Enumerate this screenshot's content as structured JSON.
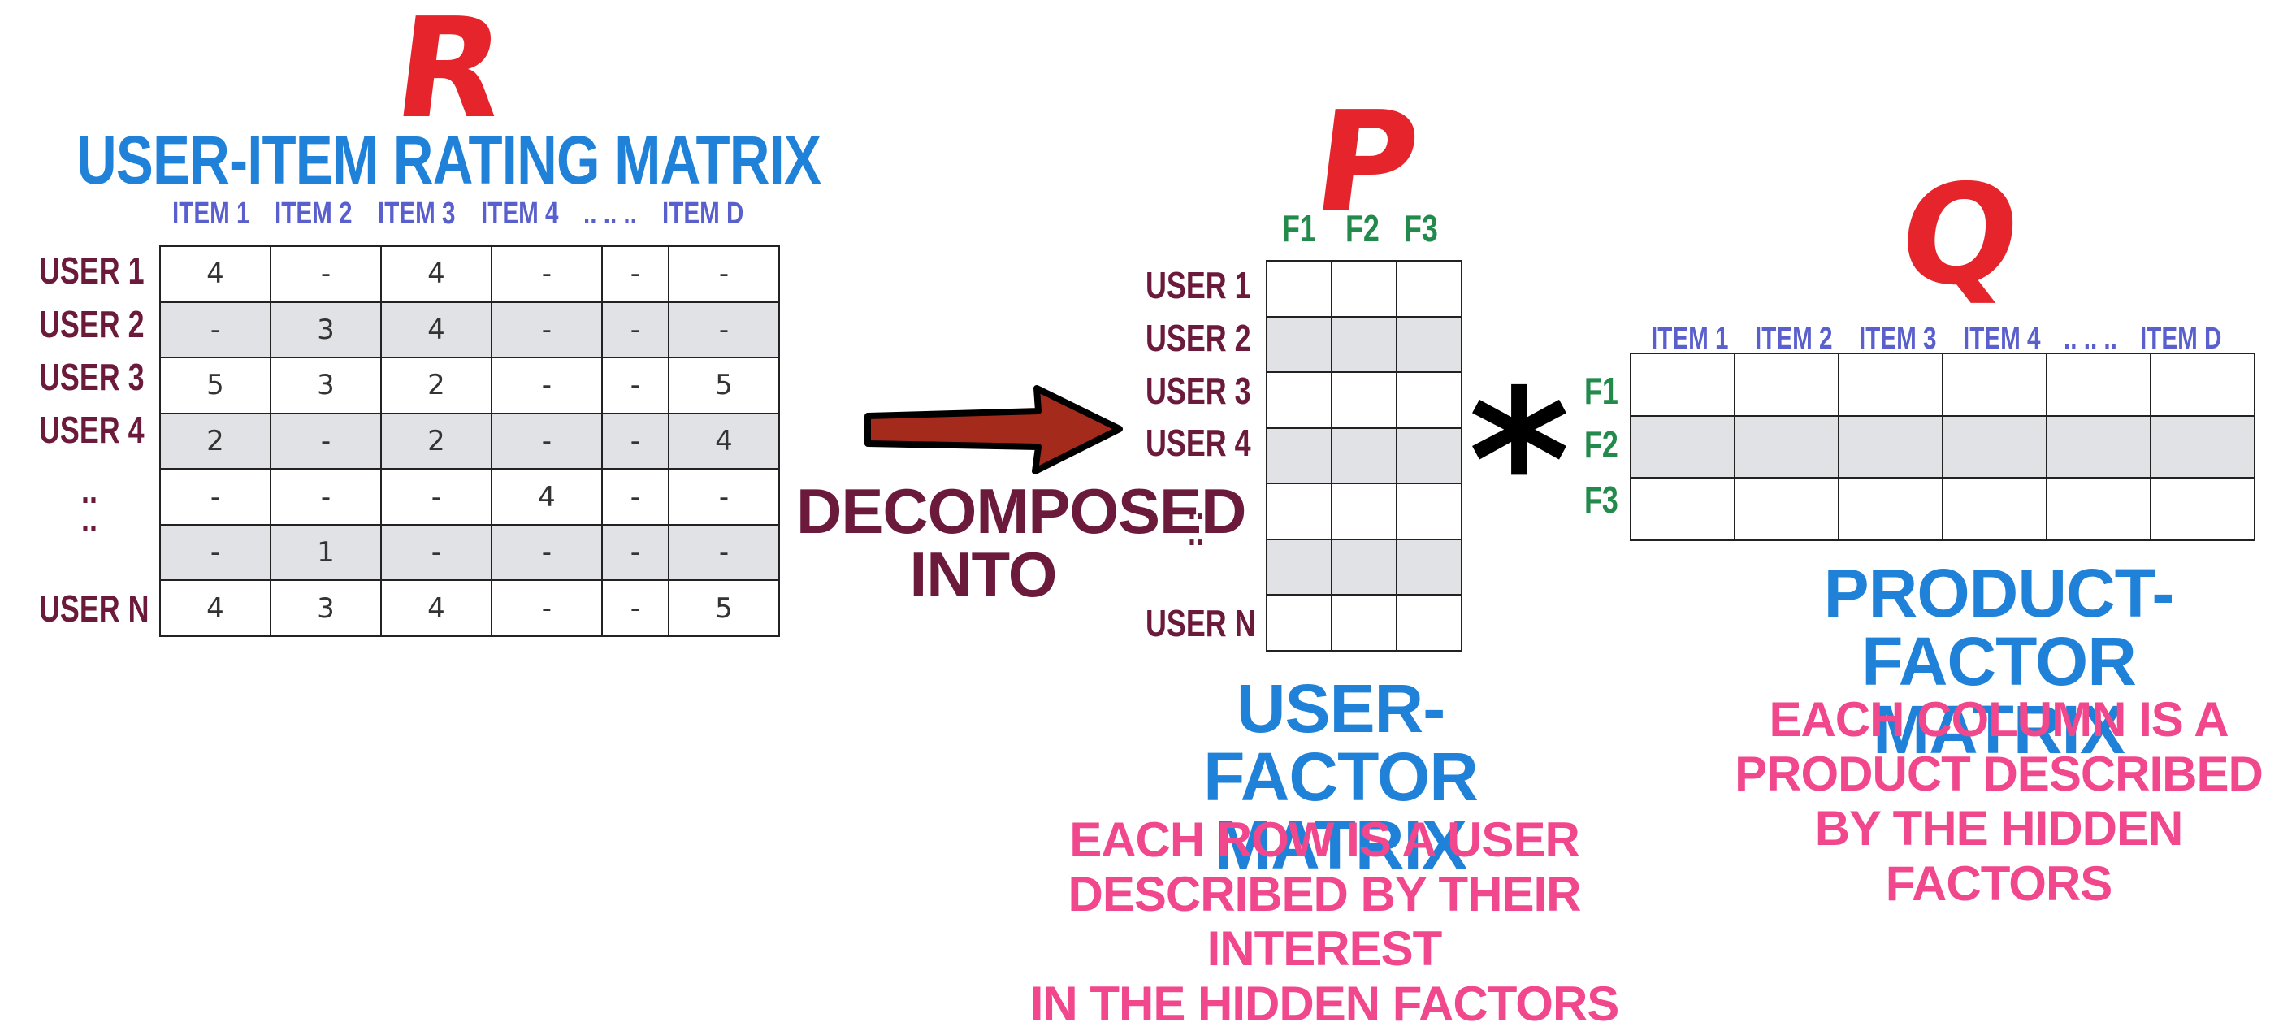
{
  "colors": {
    "red": "#e6242b",
    "blue": "#1f82d8",
    "violet": "#5a5fce",
    "maroon": "#6b1a3b",
    "green": "#228b4c",
    "pink": "#f1478c",
    "shade": "#e0e2e5"
  },
  "R": {
    "letter": "R",
    "title": "USER-ITEM RATING MATRIX",
    "columns": [
      "ITEM 1",
      "ITEM 2",
      "ITEM 3",
      "ITEM 4",
      ".. .. ..",
      "ITEM D"
    ],
    "row_labels": [
      "USER 1",
      "USER 2",
      "USER 3",
      "USER 4",
      "..",
      "..",
      "USER N"
    ],
    "rows": [
      [
        "4",
        "-",
        "4",
        "-",
        "-",
        "-"
      ],
      [
        "-",
        "3",
        "4",
        "-",
        "-",
        "-"
      ],
      [
        "5",
        "3",
        "2",
        "-",
        "-",
        "5"
      ],
      [
        "2",
        "-",
        "2",
        "-",
        "-",
        "4"
      ],
      [
        "-",
        "-",
        "-",
        "4",
        "-",
        "-"
      ],
      [
        "-",
        "1",
        "-",
        "-",
        "-",
        "-"
      ],
      [
        "4",
        "3",
        "4",
        "-",
        "-",
        "5"
      ]
    ]
  },
  "arrow": {
    "label_line1": "DECOMPOSED",
    "label_line2": "INTO"
  },
  "P": {
    "letter": "P",
    "columns": [
      "F1",
      "F2",
      "F3"
    ],
    "row_labels": [
      "USER 1",
      "USER 2",
      "USER 3",
      "USER 4",
      "..",
      "..",
      "USER N"
    ],
    "title_line1": "USER-FACTOR",
    "title_line2": "MATRIX",
    "desc_line1": "EACH ROW IS A USER",
    "desc_line2": "DESCRIBED BY THEIR INTEREST",
    "desc_line3": "IN THE HIDDEN FACTORS"
  },
  "multiply_symbol": "*",
  "Q": {
    "letter": "Q",
    "columns": [
      "ITEM 1",
      "ITEM 2",
      "ITEM 3",
      "ITEM 4",
      ".. .. ..",
      "ITEM D"
    ],
    "row_labels": [
      "F1",
      "F2",
      "F3"
    ],
    "title_line1": "PRODUCT-FACTOR",
    "title_line2": "MATRIX",
    "desc_line1": "EACH COLUMN IS A",
    "desc_line2": "PRODUCT DESCRIBED",
    "desc_line3": "BY THE HIDDEN",
    "desc_line4": "FACTORS"
  }
}
